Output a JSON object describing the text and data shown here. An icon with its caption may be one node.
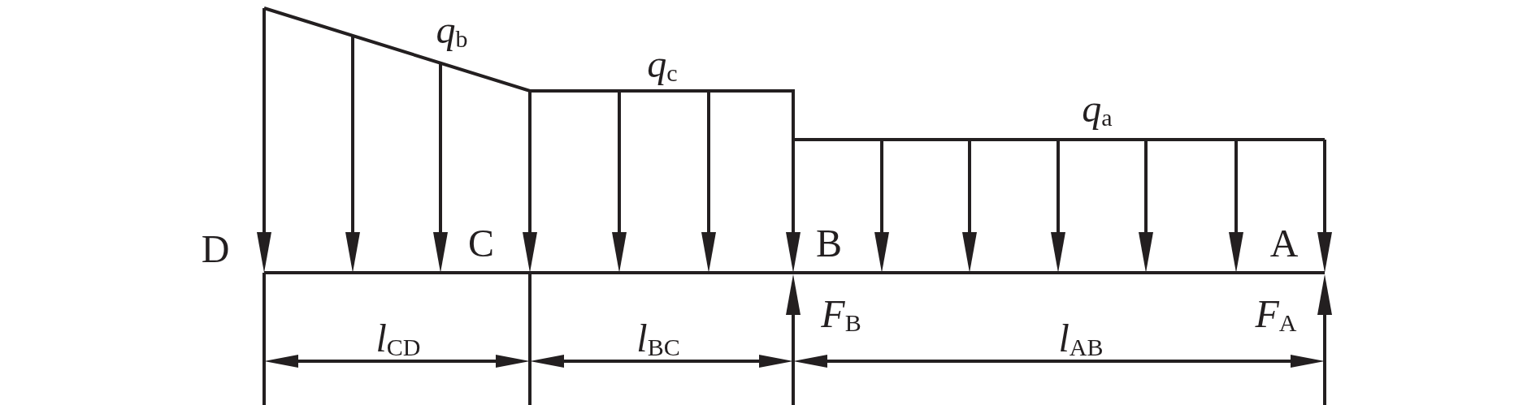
{
  "diagram": {
    "labels": [
      "*q*$_{b}$",
      "*q*$_{c}$",
      "*q*$_{a}$",
      "D",
      "C",
      "B",
      "A",
      "*l*$_{CD}$",
      "*F*$_{B}$",
      "*l*$_{BC}$",
      "*l*$_{AB}$",
      "*F*$_{A}$"
    ]
  }
}
